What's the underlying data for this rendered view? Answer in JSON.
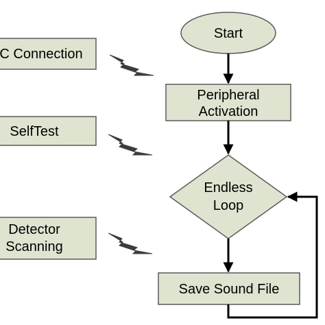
{
  "nodes": {
    "start": {
      "label": "Start"
    },
    "peripheral": {
      "line1": "Peripheral",
      "line2": "Activation"
    },
    "loop": {
      "line1": "Endless",
      "line2": "Loop"
    },
    "save": {
      "label": "Save Sound File"
    }
  },
  "side_boxes": {
    "connection": {
      "label": "C Connection"
    },
    "selftest": {
      "label": "SelfTest"
    },
    "detector": {
      "line1": "Detector",
      "line2": "Scanning"
    }
  },
  "icons": [
    "lightning-bolt-icon"
  ],
  "colors": {
    "node_fill": "#dfe4d0",
    "stroke": "#000000",
    "box_stroke": "#5a5a5a",
    "bolt_fill": "#3c3c3c"
  }
}
